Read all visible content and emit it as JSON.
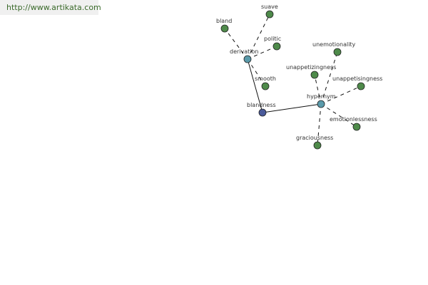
{
  "banner": {
    "url": "http://www.artikata.com"
  },
  "colors": {
    "root": "#4a5a9a",
    "hub": "#5a9aaa",
    "leaf": "#4e8a4a",
    "edge": "#111111"
  },
  "graph": {
    "nodes": [
      {
        "id": "blandness",
        "label": "blandness",
        "kind": "root"
      },
      {
        "id": "derivation",
        "label": "derivation",
        "kind": "hub"
      },
      {
        "id": "hypernym",
        "label": "hypernym",
        "kind": "hub"
      },
      {
        "id": "bland",
        "label": "bland",
        "kind": "leaf"
      },
      {
        "id": "suave",
        "label": "suave",
        "kind": "leaf"
      },
      {
        "id": "politic",
        "label": "politic",
        "kind": "leaf"
      },
      {
        "id": "smooth",
        "label": "smooth",
        "kind": "leaf"
      },
      {
        "id": "unemotionality",
        "label": "unemotionality",
        "kind": "leaf"
      },
      {
        "id": "unappetizingness",
        "label": "unappetizingness",
        "kind": "leaf"
      },
      {
        "id": "unappetisingness",
        "label": "unappetisingness",
        "kind": "leaf"
      },
      {
        "id": "emotionlessness",
        "label": "emotionlessness",
        "kind": "leaf"
      },
      {
        "id": "graciousness",
        "label": "graciousness",
        "kind": "leaf"
      }
    ],
    "edges": [
      {
        "from": "blandness",
        "to": "derivation",
        "style": "solid"
      },
      {
        "from": "blandness",
        "to": "hypernym",
        "style": "solid"
      },
      {
        "from": "derivation",
        "to": "bland",
        "style": "dashed"
      },
      {
        "from": "derivation",
        "to": "suave",
        "style": "dashed"
      },
      {
        "from": "derivation",
        "to": "politic",
        "style": "dashed"
      },
      {
        "from": "derivation",
        "to": "smooth",
        "style": "dashed"
      },
      {
        "from": "hypernym",
        "to": "unemotionality",
        "style": "dashed"
      },
      {
        "from": "hypernym",
        "to": "unappetizingness",
        "style": "dashed"
      },
      {
        "from": "hypernym",
        "to": "unappetisingness",
        "style": "dashed"
      },
      {
        "from": "hypernym",
        "to": "emotionlessness",
        "style": "dashed"
      },
      {
        "from": "hypernym",
        "to": "graciousness",
        "style": "dashed"
      }
    ]
  }
}
